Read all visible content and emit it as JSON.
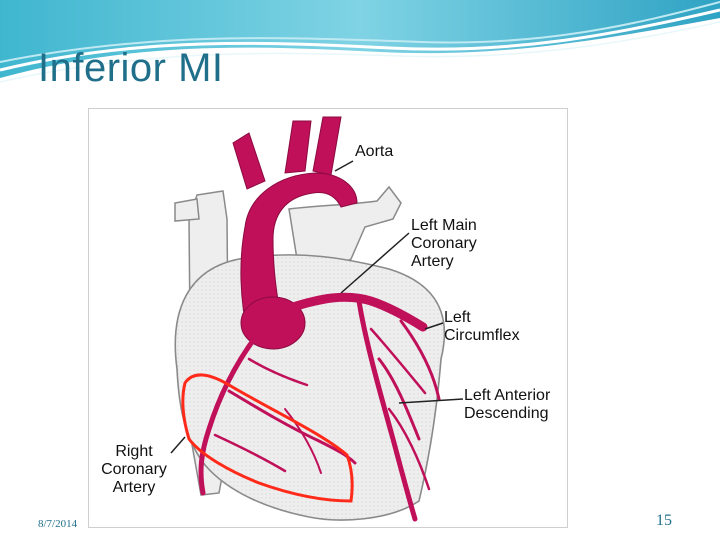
{
  "slide": {
    "title": "Inferior MI",
    "footer_date": "8/7/2014",
    "page_number": "15"
  },
  "diagram": {
    "labels": {
      "aorta": "Aorta",
      "left_main": "Left Main Coronary Artery",
      "left_circumflex": "Left Circumflex",
      "lad": "Left Anterior Descending",
      "rca": "Right Coronary Artery"
    },
    "colors": {
      "artery": "#c0105a",
      "highlight": "#ff2a1a",
      "heart_fill": "#e9e9e9",
      "heart_outline": "#8a8a8a",
      "title": "#1f6f8b"
    }
  }
}
